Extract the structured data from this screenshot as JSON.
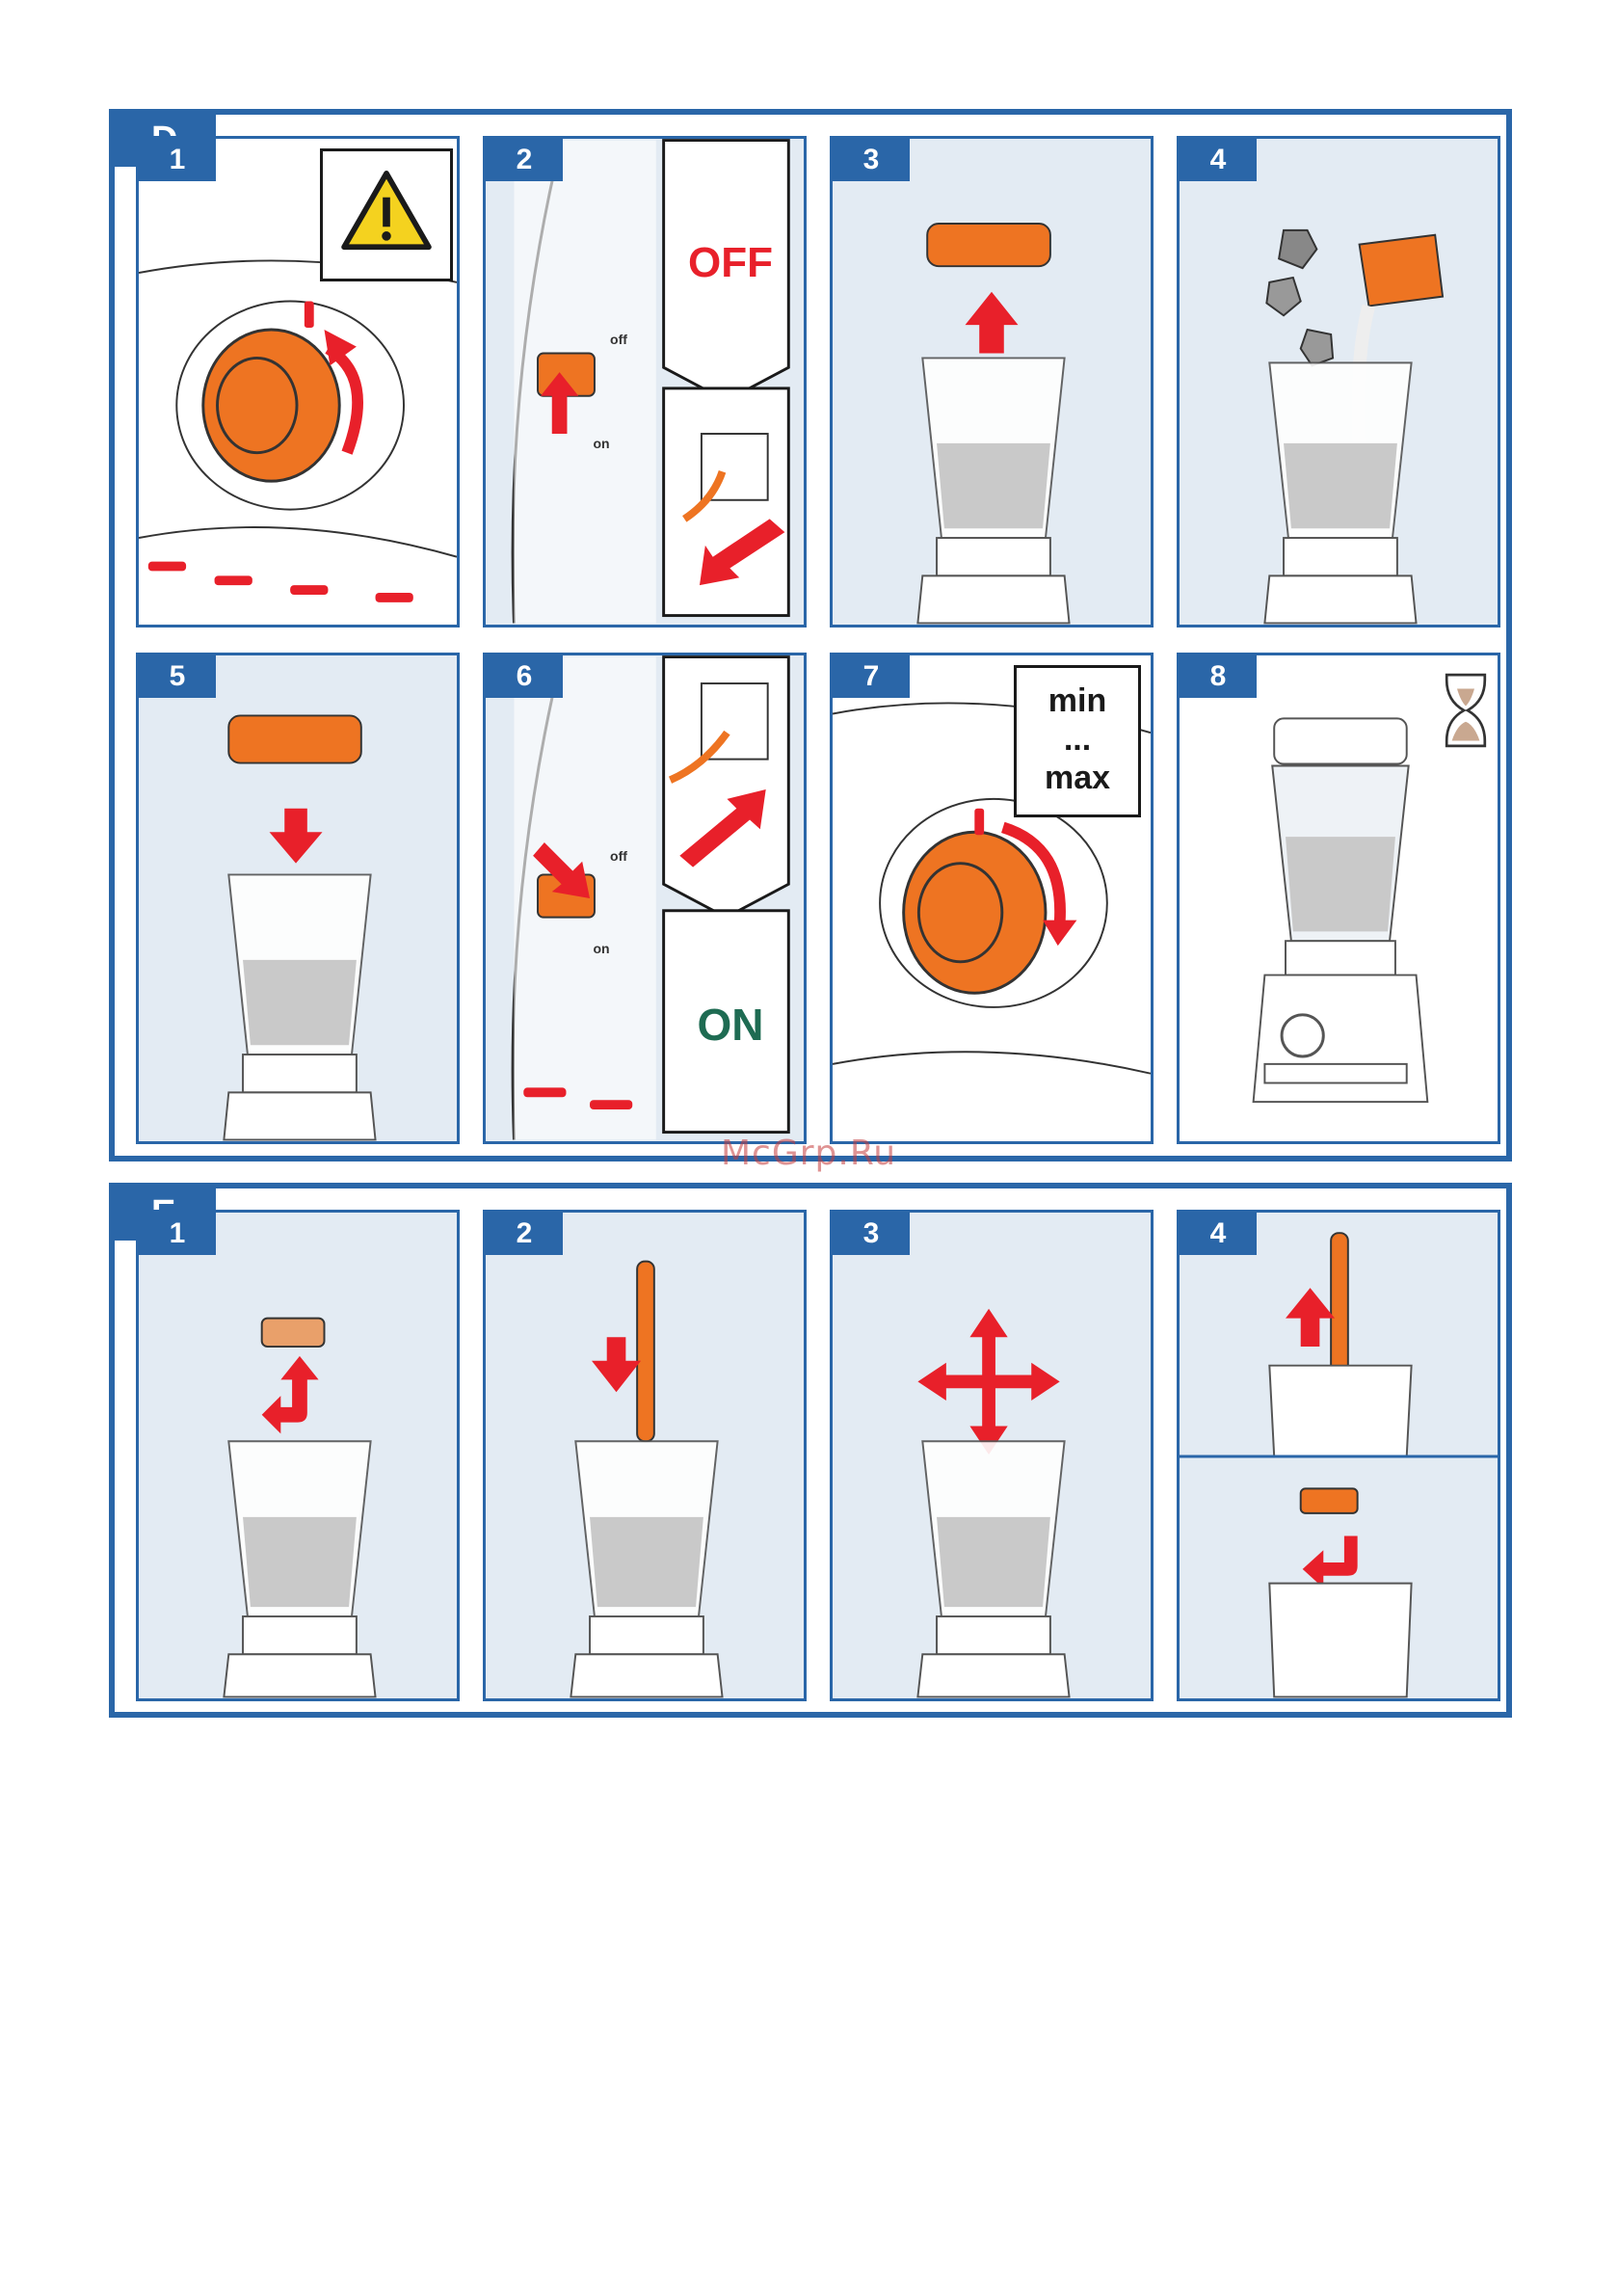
{
  "sections": {
    "D": {
      "label": "D",
      "steps": [
        "1",
        "2",
        "3",
        "4",
        "5",
        "6",
        "7",
        "8"
      ]
    },
    "E": {
      "label": "E",
      "steps": [
        "1",
        "2",
        "3",
        "4"
      ]
    }
  },
  "switch_labels": {
    "off": "off",
    "on": "on"
  },
  "power_words": {
    "off": "OFF",
    "on": "ON"
  },
  "speed_box": {
    "line1": "min",
    "line2": "...",
    "line3": "max"
  },
  "watermark": "McGrp.Ru",
  "icons": [
    "warning-icon",
    "hourglass-icon",
    "arrow-icon"
  ],
  "colors": {
    "frame": "#2a66a8",
    "panel_bg": "#e3ebf3",
    "orange": "#ee7422",
    "red": "#e8202a",
    "green": "#1e6b52"
  }
}
